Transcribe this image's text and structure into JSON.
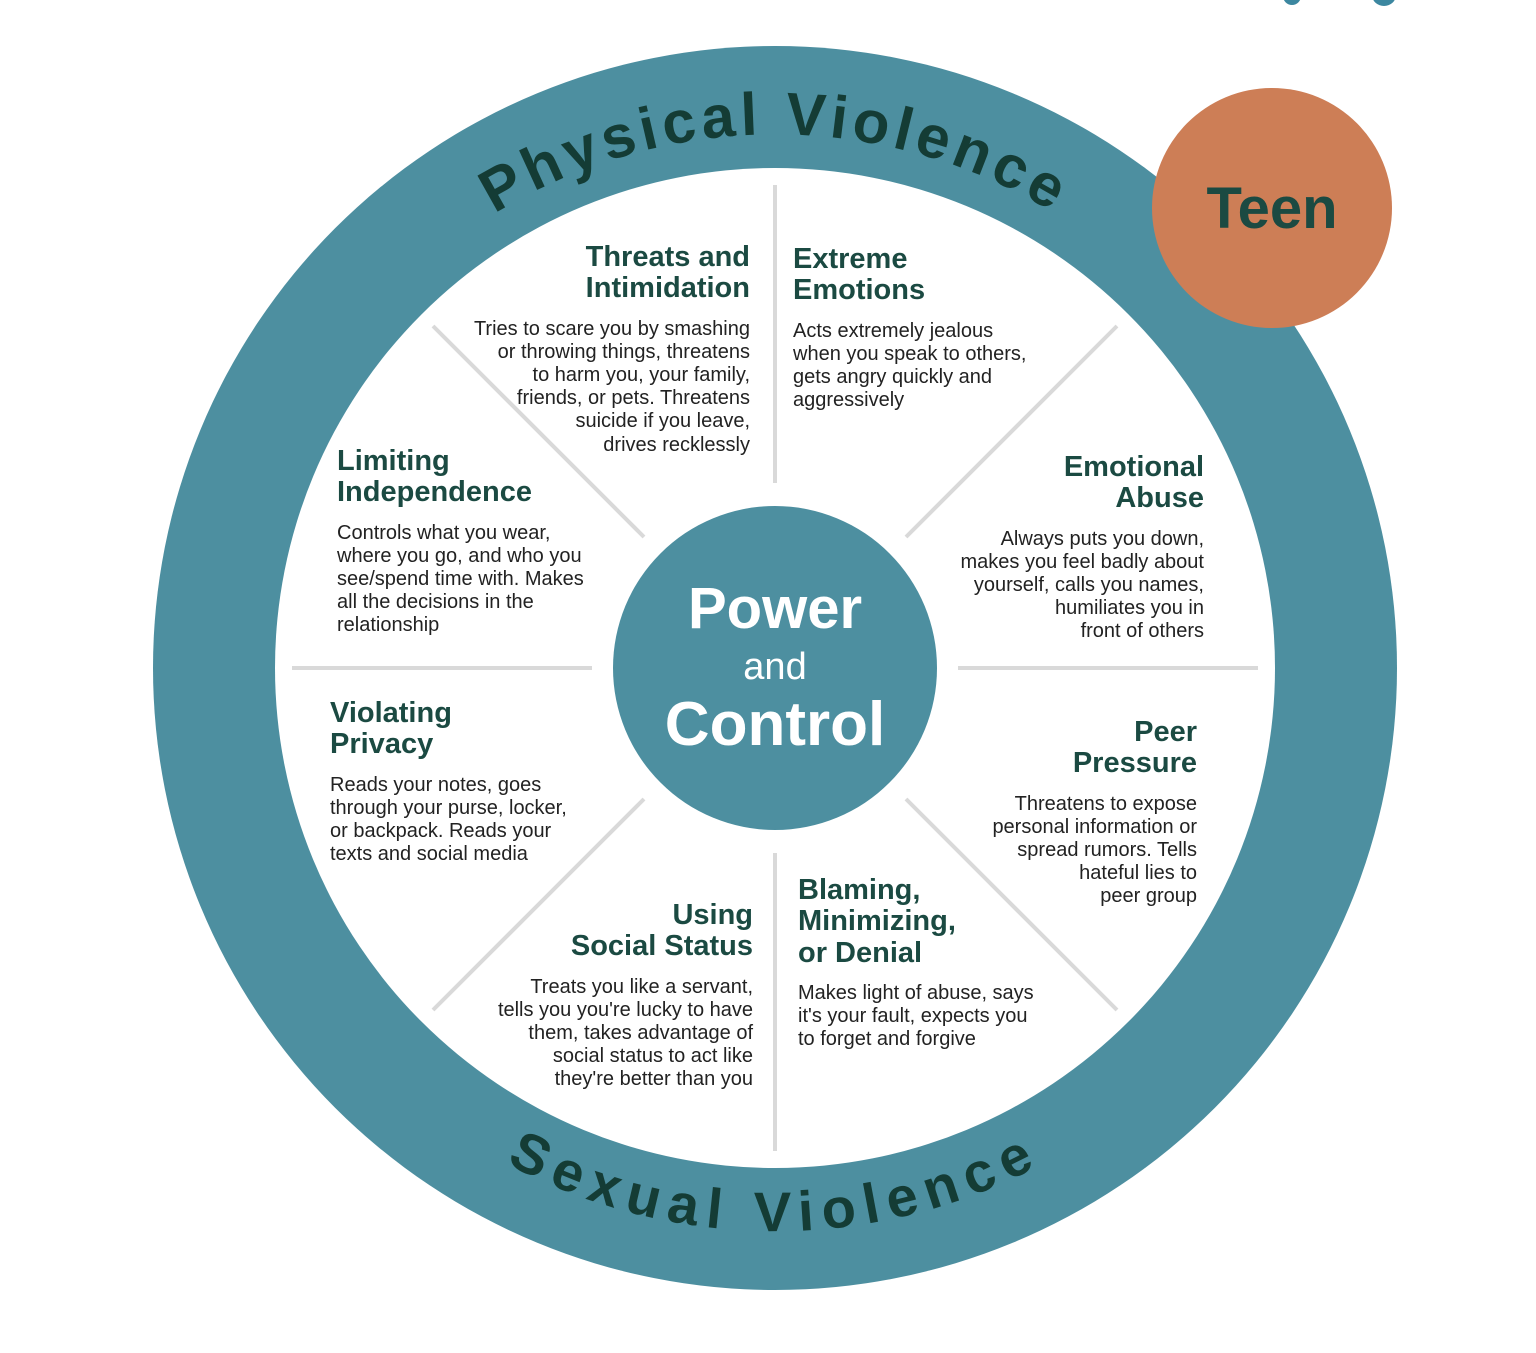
{
  "colors": {
    "ring_teal": "#4D8FA0",
    "dark_green": "#1B4A42",
    "arc_green": "#143C35",
    "body_text": "#222222",
    "divider_gray": "#D9D9D9",
    "badge_orange": "#CD7E56",
    "center_text": "#FFFFFF",
    "background": "#FFFFFF"
  },
  "ring": {
    "top_label": "Physical Violence",
    "bottom_label": "Sexual Violence"
  },
  "center": {
    "line1": "Power",
    "line2": "and",
    "line3": "Control"
  },
  "badge": {
    "label": "Teen"
  },
  "segments": [
    {
      "title": "Threats and\nIntimidation",
      "description": "Tries to scare you by smashing\nor throwing things, threatens\nto harm you, your family,\nfriends, or pets. Threatens\nsuicide if you leave,\ndrives recklessly"
    },
    {
      "title": "Extreme\nEmotions",
      "description": "Acts extremely jealous\nwhen you speak to others,\ngets angry quickly and\naggressively"
    },
    {
      "title": "Emotional\nAbuse",
      "description": "Always puts you down,\nmakes you feel badly about\nyourself, calls you names,\nhumiliates you in\nfront of others"
    },
    {
      "title": "Peer\nPressure",
      "description": "Threatens to expose\npersonal information or\nspread rumors. Tells\nhateful lies to\npeer group"
    },
    {
      "title": "Blaming,\nMinimizing,\nor Denial",
      "description": "Makes light of abuse, says\nit's your fault, expects you\nto forget and forgive"
    },
    {
      "title": "Using\nSocial Status",
      "description": "Treats you like a servant,\ntells you you're lucky to have\nthem, takes advantage of\nsocial status to act like\nthey're better than you"
    },
    {
      "title": "Violating\nPrivacy",
      "description": "Reads your notes, goes\nthrough your purse, locker,\nor backpack. Reads your\ntexts and social media"
    },
    {
      "title": "Limiting\nIndependence",
      "description": "Controls what you wear,\nwhere you go, and who you\nsee/spend time with. Makes\nall the decisions in the\nrelationship"
    }
  ]
}
